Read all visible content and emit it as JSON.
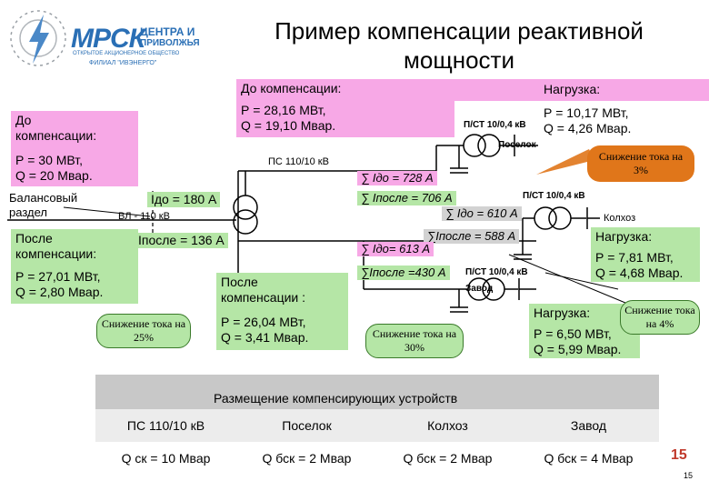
{
  "logo": {
    "name": "МРСК",
    "line1": "ЦЕНТРА И",
    "line2": "ПРИВОЛЖЬЯ",
    "tagline": "ОТКРЫТОЕ АКЦИОНЕРНОЕ ОБЩЕСТВО",
    "branch": "ФИЛИАЛ \"ИВЭНЕРГО\""
  },
  "title": {
    "line1": "Пример компенсации реактивной",
    "line2": "мощности"
  },
  "top_before": {
    "label": "До компенсации:",
    "p": "Р = 28,16 МВт,",
    "q": "Q = 19,10 Мвар."
  },
  "load_poselok": {
    "label": "Нагрузка:",
    "p": "Р = 10,17 МВт,",
    "q": "Q = 4,26 Мвар."
  },
  "left_before": {
    "label1": "До",
    "label2": "компенсации:",
    "p": "Р = 30 МВт,",
    "q": "Q = 20 Мвар."
  },
  "left_after": {
    "label1": "После",
    "label2": "компенсации:",
    "p": "Р = 27,01 МВт,",
    "q": "Q = 2,80 Мвар."
  },
  "center_after": {
    "label1": "После",
    "label2": "компенсации :",
    "p": "Р = 26,04 МВт,",
    "q": "Q = 3,41 Мвар."
  },
  "load_kolkhoz": {
    "label": "Нагрузка:",
    "p": "Р = 7,81 МВт,",
    "q": "Q = 4,68 Мвар."
  },
  "load_zavod": {
    "label": "Нагрузка:",
    "p": "Р = 6,50 МВт,",
    "q": "Q = 5,99 Мвар."
  },
  "reduction": {
    "main": "Снижение тока на 25%",
    "poselok": "Снижение тока на 3%",
    "zavod": "Снижение тока на 30%",
    "kolkhoz": "Снижение тока на 4%"
  },
  "diagram": {
    "balance_line1": "Балансовый",
    "balance_line2": "раздел",
    "line_label": "ВЛ - 110 кВ",
    "ps_main": "ПС 110/10 кВ",
    "ps_poselok": "П/СТ 10/0,4 кВ",
    "poselok": "Поселок",
    "ps_kolkhoz": "П/СТ 10/0,4 кВ",
    "kolkhoz": "Колхоз",
    "ps_zavod": "П/СТ 10/0,4 кВ",
    "zavod": "Завод",
    "i_before_main": "Iдо = 180 А",
    "i_after_main": "Iпосле = 136 А",
    "sum_before_1": "∑ Iдо = 728 А",
    "sum_after_1": "∑ Iпосле = 706 А",
    "sum_before_2": "∑ Iдо = 610 А",
    "sum_after_2": "∑Iпосле = 588 А",
    "sum_before_3": "∑ Iдо= 613 А",
    "sum_after_3": "∑Iпосле =430 А"
  },
  "placement": {
    "title": "Размещение компенсирующих устройств",
    "headers": [
      "ПС 110/10 кВ",
      "Поселок",
      "Колхоз",
      "Завод"
    ],
    "values": [
      "Q ск = 10 Мвар",
      "Q бск = 2 Мвар",
      "Q бск = 2 Мвар",
      "Q бск = 4 Мвар"
    ]
  },
  "page_number_big": "15",
  "page_number_small": "15",
  "colors": {
    "pink": "#f7a8e6",
    "green": "#b5e6a6",
    "gray": "#d2d2d2",
    "orange": "#e0761a",
    "logo_blue": "#2a6fb5"
  }
}
